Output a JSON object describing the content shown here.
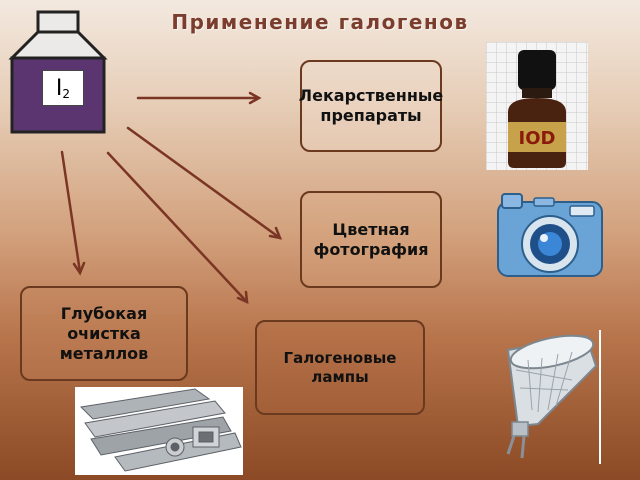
{
  "title": "Применение галогенов",
  "flask_label": {
    "symbol": "I",
    "subscript": "2"
  },
  "applications": [
    {
      "label": "Лекарственные препараты"
    },
    {
      "label": "Цветная фотография"
    },
    {
      "label": "Глубокая очистка металлов"
    },
    {
      "label": "Галогеновые лампы"
    }
  ],
  "bottle_label": "IOD",
  "colors": {
    "arrow": "#7a3524",
    "border": "#6b3a1e",
    "title": "#7b3e2e",
    "flask_liquid": "#5a3570"
  }
}
